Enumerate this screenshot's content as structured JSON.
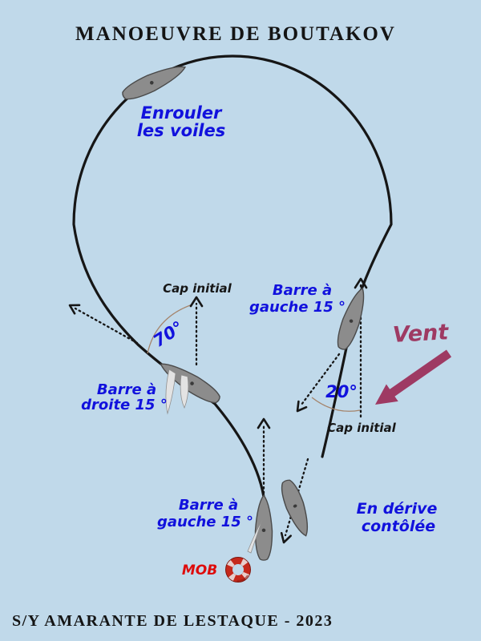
{
  "title": "MANOEUVRE DE BOUTAKOV",
  "footer": "S/Y AMARANTE DE LESTAQUE - 2023",
  "colors": {
    "background": "#C0D9EA",
    "track_black": "#161616",
    "label_blue": "#1111DD",
    "wind_magenta": "#9E3A63",
    "mob_red": "#DE0B0B",
    "lifering_red": "#C5291C",
    "hull_gray": "#8C8C8C",
    "angle_arc_tan": "#A5846B"
  },
  "labels": {
    "furl_line1": "Enrouler",
    "furl_line2": "les voiles",
    "cap_initial_left": "Cap initial",
    "angle_left": "70°",
    "helm_starboard_line1": "Barre à",
    "helm_starboard_line2": "droite 15 °",
    "helm_port_top_line1": "Barre à",
    "helm_port_top_line2": "gauche 15 °",
    "angle_right": "20°",
    "cap_initial_right": "Cap initial",
    "wind": "Vent",
    "helm_port_bottom_line1": "Barre à",
    "helm_port_bottom_line2": "gauche 15 °",
    "drift_line1": "En dérive",
    "drift_line2": "contôlée",
    "mob": "MOB"
  }
}
